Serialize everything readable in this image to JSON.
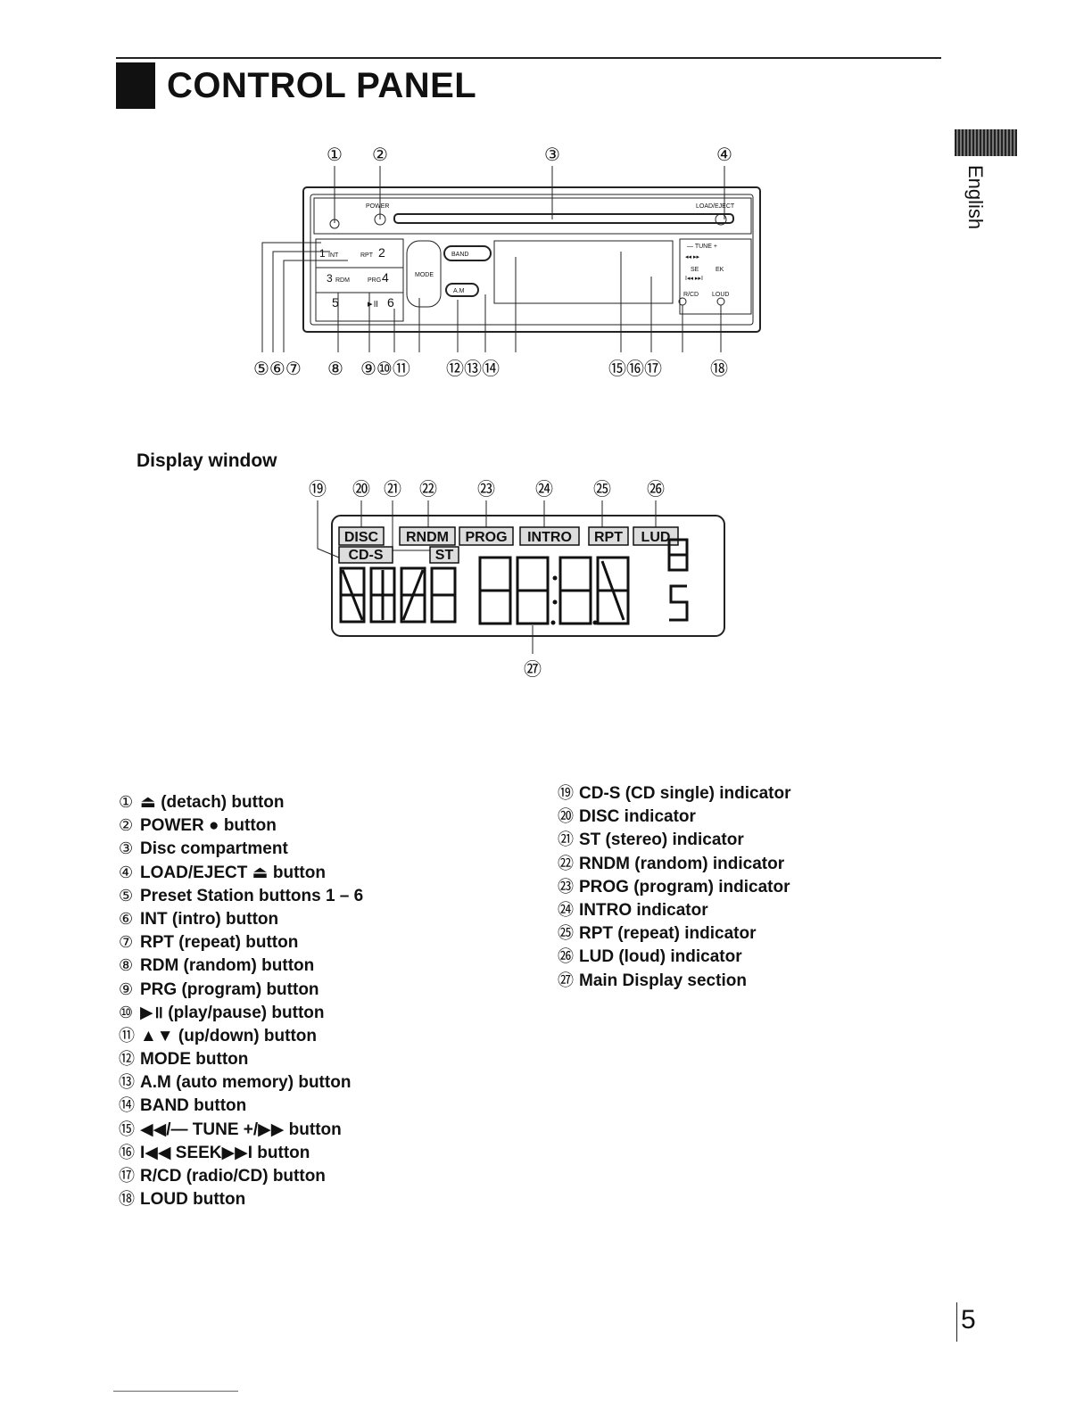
{
  "title": "CONTROL PANEL",
  "language_tab": "English",
  "page_number": "5",
  "panel_figure": {
    "top_callouts": [
      "①",
      "②",
      "③",
      "④"
    ],
    "bottom_callouts": [
      "⑤⑥⑦",
      "⑧",
      "⑨⑩⑪",
      "⑫⑬⑭",
      "⑮⑯⑰",
      "⑱"
    ],
    "labels": {
      "power": "POWER",
      "load_eject": "LOAD/EJECT",
      "btn1": "1",
      "int": "INT",
      "rpt": "RPT",
      "btn2": "2",
      "btn3": "3",
      "rdm": "RDM",
      "prg": "PRG",
      "btn4": "4",
      "btn5": "5",
      "btn6": "6",
      "play_pause": "▸॥",
      "mode": "MODE",
      "band": "BAND",
      "am": "A.M",
      "tune": "— TUNE +",
      "tune_arrows": "◂◂    ▸▸",
      "seek_left": "SE",
      "seek_right": "EK",
      "seek_arrows": "I◂◂     ▸▸I",
      "rcd": "R/CD",
      "loud": "LOUD"
    }
  },
  "display_window": {
    "heading": "Display window",
    "callouts": [
      "⑲",
      "⑳",
      "㉑",
      "㉒",
      "㉓",
      "㉔",
      "㉕",
      "㉖"
    ],
    "bottom_callout": "㉗",
    "indicators": {
      "disc": "DISC",
      "rndm": "RNDM",
      "prog": "PROG",
      "intro": "INTRO",
      "rpt": "RPT",
      "lud": "LUD",
      "cds": "CD-S",
      "st": "ST"
    }
  },
  "left_list": [
    {
      "num": "①",
      "text": "⏏ (detach) button"
    },
    {
      "num": "②",
      "text": "POWER ● button"
    },
    {
      "num": "③",
      "text": "Disc compartment"
    },
    {
      "num": "④",
      "text": "LOAD/EJECT ⏏ button"
    },
    {
      "num": "⑤",
      "text": "Preset Station buttons 1 – 6"
    },
    {
      "num": "⑥",
      "text": "INT (intro) button"
    },
    {
      "num": "⑦",
      "text": "RPT (repeat) button"
    },
    {
      "num": "⑧",
      "text": "RDM (random) button"
    },
    {
      "num": "⑨",
      "text": "PRG (program) button"
    },
    {
      "num": "⑩",
      "text": "▶॥ (play/pause) button"
    },
    {
      "num": "⑪",
      "text": "▲▼ (up/down) button"
    },
    {
      "num": "⑫",
      "text": "MODE button"
    },
    {
      "num": "⑬",
      "text": "A.M (auto memory) button"
    },
    {
      "num": "⑭",
      "text": "BAND button"
    },
    {
      "num": "⑮",
      "text": "◀◀/— TUNE +/▶▶ button"
    },
    {
      "num": "⑯",
      "text": "I◀◀ SEEK▶▶I button"
    },
    {
      "num": "⑰",
      "text": "R/CD (radio/CD) button"
    },
    {
      "num": "⑱",
      "text": "LOUD button"
    }
  ],
  "right_list": [
    {
      "num": "⑲",
      "text": "CD-S (CD single) indicator"
    },
    {
      "num": "⑳",
      "text": "DISC indicator"
    },
    {
      "num": "㉑",
      "text": "ST (stereo) indicator"
    },
    {
      "num": "㉒",
      "text": "RNDM (random) indicator"
    },
    {
      "num": "㉓",
      "text": "PROG (program) indicator"
    },
    {
      "num": "㉔",
      "text": "INTRO indicator"
    },
    {
      "num": "㉕",
      "text": "RPT (repeat) indicator"
    },
    {
      "num": "㉖",
      "text": "LUD (loud) indicator"
    },
    {
      "num": "㉗",
      "text": "Main Display section"
    }
  ]
}
